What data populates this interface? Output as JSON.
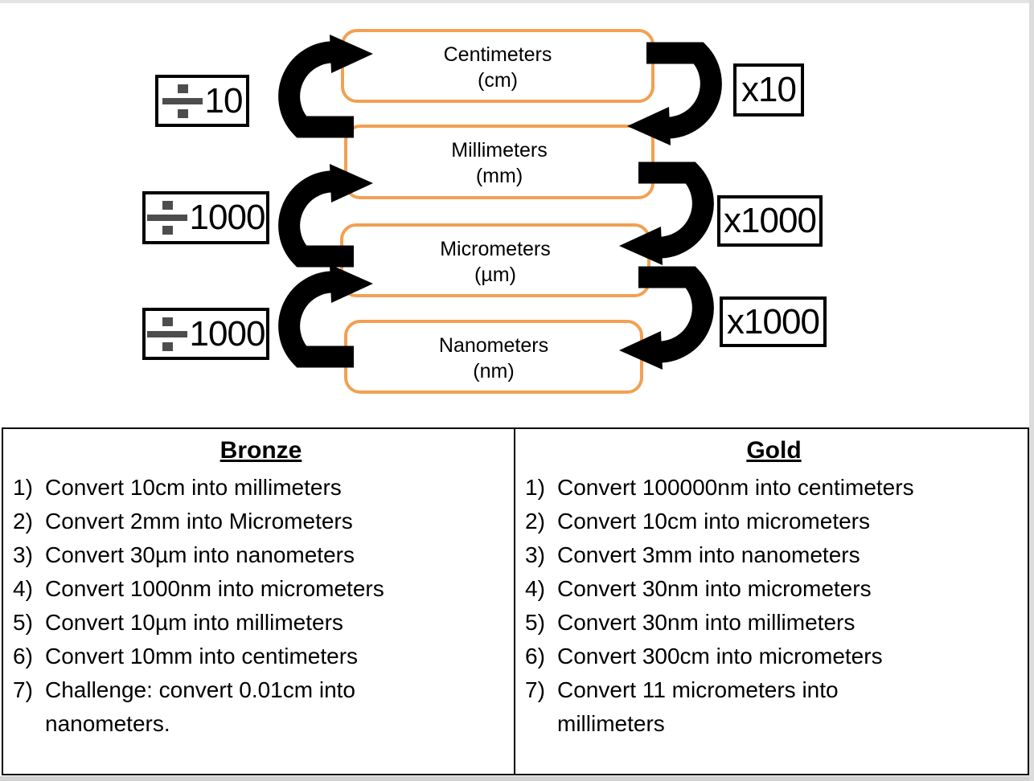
{
  "diagram": {
    "units": [
      {
        "name": "Centimeters",
        "symbol": "(cm)"
      },
      {
        "name": "Millimeters",
        "symbol": "(mm)"
      },
      {
        "name": "Micrometers",
        "symbol": "(µm)"
      },
      {
        "name": "Nanometers",
        "symbol": "(nm)"
      }
    ],
    "divide_labels": [
      {
        "sign": "÷",
        "value": "10"
      },
      {
        "sign": "÷",
        "value": "1000"
      },
      {
        "sign": "÷",
        "value": "1000"
      }
    ],
    "multiply_labels": [
      {
        "value": "x10"
      },
      {
        "value": "x1000"
      },
      {
        "value": "x1000"
      }
    ],
    "colors": {
      "unit_box_border": "#F2A052",
      "arrow": "#000000",
      "divide_sign": "#4D4D4D",
      "label_box_border": "#000000"
    }
  },
  "worksheet": {
    "columns": [
      {
        "title": "Bronze",
        "items": [
          {
            "num": "1)",
            "text": "Convert 10cm into millimeters"
          },
          {
            "num": "2)",
            "text": "Convert 2mm into Micrometers"
          },
          {
            "num": "3)",
            "text": "Convert 30µm into nanometers"
          },
          {
            "num": "4)",
            "text": "Convert 1000nm into micrometers"
          },
          {
            "num": "5)",
            "text": "Convert 10µm into millimeters"
          },
          {
            "num": "6)",
            "text": "Convert 10mm into centimeters"
          },
          {
            "num": "7)",
            "text": "Challenge: convert 0.01cm into nanometers."
          }
        ]
      },
      {
        "title": "Gold",
        "items": [
          {
            "num": "1)",
            "text": "Convert 100000nm into centimeters"
          },
          {
            "num": "2)",
            "text": "Convert 10cm into micrometers"
          },
          {
            "num": "3)",
            "text": "Convert 3mm into nanometers"
          },
          {
            "num": "4)",
            "text": "Convert 30nm into micrometers"
          },
          {
            "num": "5)",
            "text": "Convert 30nm into millimeters"
          },
          {
            "num": "6)",
            "text": "Convert 300cm into micrometers"
          },
          {
            "num": "7)",
            "text": "Convert 11 micrometers into millimeters"
          }
        ]
      }
    ]
  }
}
